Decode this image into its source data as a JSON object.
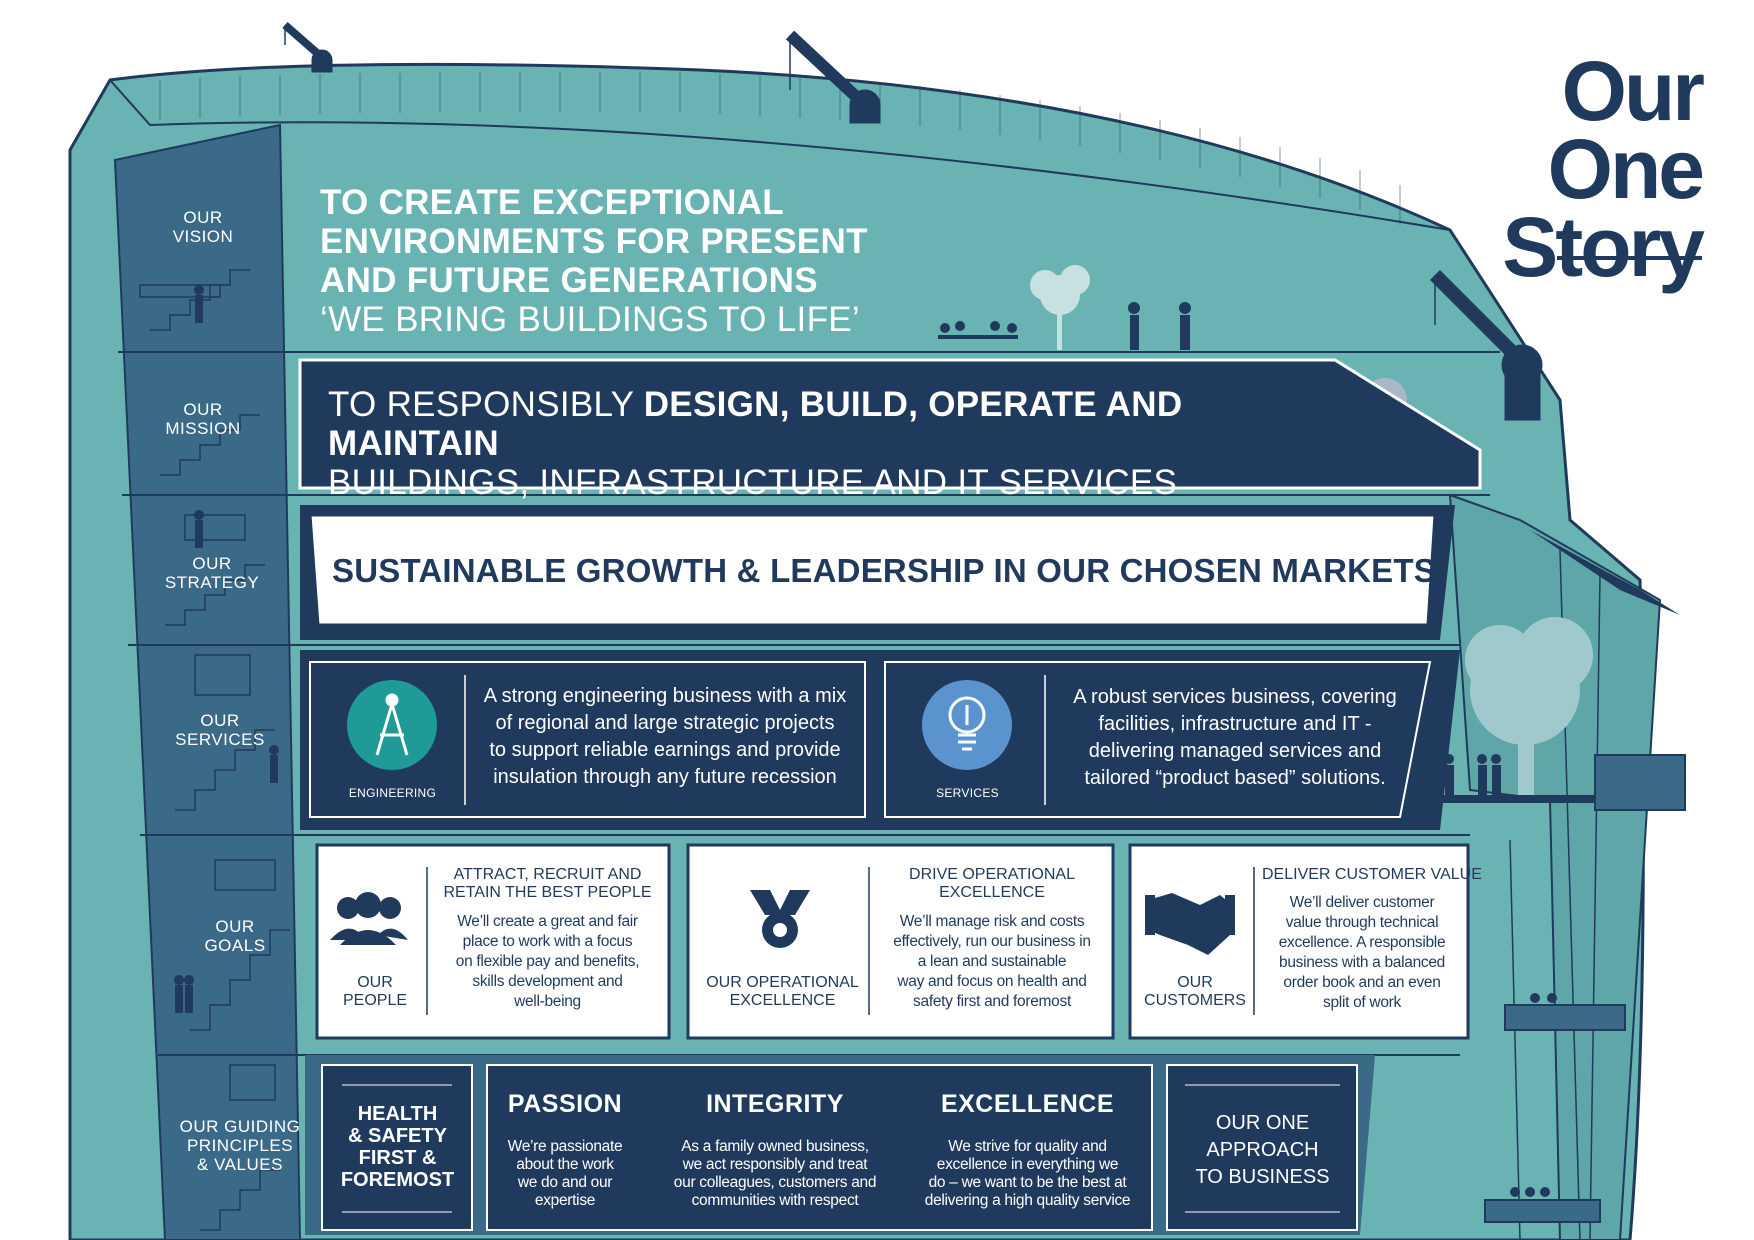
{
  "logo": {
    "line1": "Our",
    "line2": "One",
    "line3": "Story"
  },
  "levels": {
    "vision": {
      "label1": "OUR",
      "label2": "VISION",
      "line1": "TO CREATE EXCEPTIONAL",
      "line2": "ENVIRONMENTS FOR PRESENT",
      "line3": "AND FUTURE GENERATIONS",
      "tagline": "‘WE BRING BUILDINGS TO LIFE’"
    },
    "mission": {
      "label1": "OUR",
      "label2": "MISSION",
      "lead": "TO RESPONSIBLY ",
      "bold": "DESIGN, BUILD, OPERATE AND MAINTAIN",
      "line2": "BUILDINGS, INFRASTRUCTURE AND IT SERVICES"
    },
    "strategy": {
      "label1": "OUR",
      "label2": "STRATEGY",
      "text": "SUSTAINABLE GROWTH & LEADERSHIP IN OUR CHOSEN MARKETS"
    },
    "services": {
      "label1": "OUR",
      "label2": "SERVICES",
      "engineering": {
        "icon_label": "ENGINEERING",
        "icon": "compass-icon",
        "lines": [
          "A strong engineering business with a mix",
          "of regional and large strategic projects",
          "to support reliable earnings and provide",
          "insulation through any future recession"
        ]
      },
      "services": {
        "icon_label": "SERVICES",
        "icon": "lightbulb-icon",
        "lines": [
          "A robust services business, covering",
          "facilities, infrastructure and IT -",
          "delivering managed services and",
          "tailored “product based” solutions."
        ]
      }
    },
    "goals": {
      "label1": "OUR",
      "label2": "GOALS",
      "people": {
        "label1": "OUR",
        "label2": "PEOPLE",
        "icon": "people-icon",
        "head1": "ATTRACT, RECRUIT AND",
        "head2": "RETAIN THE BEST PEOPLE",
        "lines": [
          "We’ll create a great and fair",
          "place to work with a focus",
          "on flexible pay and benefits,",
          "skills development and",
          "well-being"
        ]
      },
      "operational": {
        "label1": "OUR OPERATIONAL",
        "label2": "EXCELLENCE",
        "icon": "medal-icon",
        "head1": "DRIVE OPERATIONAL",
        "head2": "EXCELLENCE",
        "lines": [
          "We’ll manage risk and costs",
          "effectively, run our business in",
          "a lean and sustainable",
          "way and focus on health and",
          "safety first and foremost"
        ]
      },
      "customers": {
        "label1": "OUR",
        "label2": "CUSTOMERS",
        "icon": "handshake-icon",
        "head1": "DELIVER CUSTOMER VALUE",
        "lines": [
          "We’ll deliver customer",
          "value through technical",
          "excellence. A responsible",
          "business with a balanced",
          "order book and an even",
          "split of work"
        ]
      }
    },
    "values": {
      "label1": "OUR GUIDING",
      "label2": "PRINCIPLES",
      "label3": "& VALUES",
      "health": [
        "HEALTH",
        "& SAFETY",
        "FIRST &",
        "FOREMOST"
      ],
      "passion": {
        "head": "PASSION",
        "lines": [
          "We’re passionate",
          "about the work",
          "we do and our",
          "expertise"
        ]
      },
      "integrity": {
        "head": "INTEGRITY",
        "lines": [
          "As a family owned business,",
          "we act responsibly and treat",
          "our colleagues, customers and",
          "communities with respect"
        ]
      },
      "excellence": {
        "head": "EXCELLENCE",
        "lines": [
          "We strive for quality and",
          "excellence in everything we",
          "do – we want to be the best at",
          "delivering a high quality service"
        ]
      },
      "approach": [
        "OUR ONE",
        "APPROACH",
        "TO BUSINESS"
      ]
    }
  },
  "colors": {
    "teal": "#6ab3b3",
    "teal_dark": "#4a8e98",
    "navy": "#1f3a5c",
    "stair": "#3b6a88",
    "engineering_icon": "#1f9a96",
    "services_icon": "#5b93cf"
  }
}
